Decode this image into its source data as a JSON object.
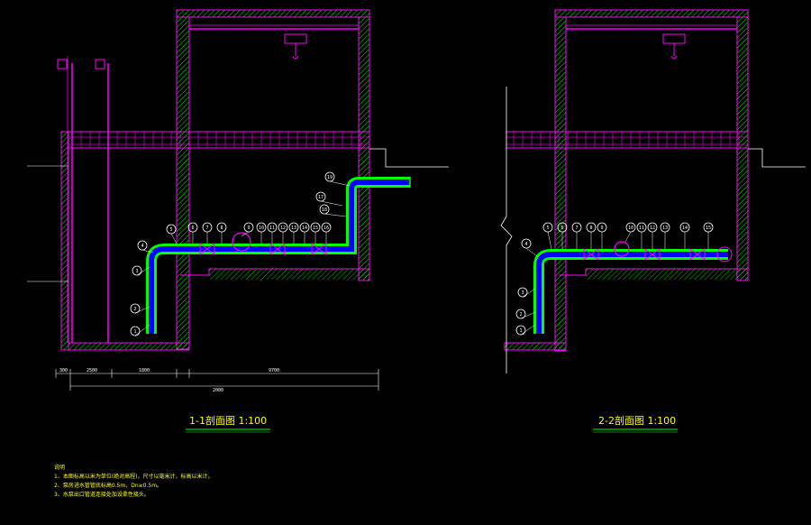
{
  "sections": [
    {
      "id": "1-1",
      "title": "1-1剖面图 1:100",
      "callouts": [
        "1",
        "2",
        "3",
        "4",
        "5",
        "6",
        "7",
        "8",
        "9",
        "10",
        "11",
        "12",
        "13",
        "14",
        "15",
        "16",
        "17",
        "18",
        "19"
      ]
    },
    {
      "id": "2-2",
      "title": "2-2剖面图 1:100",
      "callouts": [
        "1",
        "2",
        "3",
        "4",
        "5",
        "6",
        "7",
        "8",
        "9",
        "10",
        "11",
        "12",
        "13",
        "14",
        "15"
      ]
    }
  ],
  "dimensions": {
    "segments": [
      "300",
      "2500",
      "1800",
      "9700"
    ],
    "total": "2000"
  },
  "notes": {
    "heading": "说明",
    "items": [
      "1、本图标高以米为单位(绝对高程)，尺寸以毫米计，标高以米计。",
      "2、泵房进水管管底标高0.5m，Dn≥0.5m。",
      "3、水泵出口管道连接处加设柔性接头。"
    ]
  },
  "colors": {
    "wall": "#ff00ff",
    "hatch": "#00ff00",
    "pipe": "#00ff00",
    "pipe_inner": "#0000ff",
    "callout": "#ffffff",
    "title": "#ffff00",
    "title_underline": "#00ff00"
  }
}
